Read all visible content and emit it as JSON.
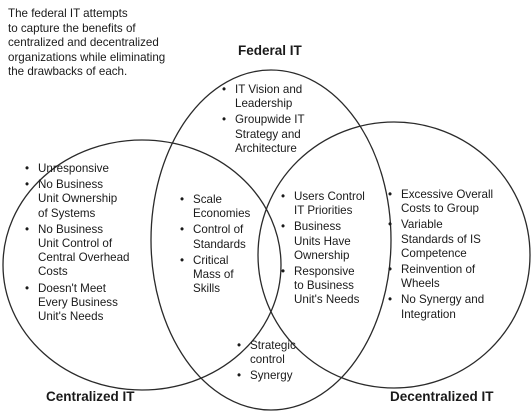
{
  "intro": {
    "lines": [
      "The federal IT attempts",
      "to capture the benefits of",
      "centralized and decentralized",
      "organizations while eliminating",
      "the drawbacks of each."
    ]
  },
  "circles": {
    "federal": {
      "title": "Federal IT"
    },
    "centralized": {
      "title": "Centralized IT"
    },
    "decentralized": {
      "title": "Decentralized IT"
    }
  },
  "regions": {
    "federal_only": [
      {
        "lines": [
          "IT Vision and",
          "Leadership"
        ]
      },
      {
        "lines": [
          "Groupwide IT",
          "Strategy and",
          "Architecture"
        ]
      }
    ],
    "centralized_only": [
      {
        "lines": [
          "Unresponsive"
        ]
      },
      {
        "lines": [
          "No Business",
          "Unit Ownership",
          "of Systems"
        ]
      },
      {
        "lines": [
          "No Business",
          "Unit Control of",
          "Central Overhead",
          "Costs"
        ]
      },
      {
        "lines": [
          "Doesn't Meet",
          "Every Business",
          "Unit's Needs"
        ]
      }
    ],
    "centralized_federal": [
      {
        "lines": [
          "Scale",
          "Economies"
        ]
      },
      {
        "lines": [
          "Control of",
          "Standards"
        ]
      },
      {
        "lines": [
          "Critical",
          "Mass of",
          "Skills"
        ]
      }
    ],
    "federal_decentralized": [
      {
        "lines": [
          "Users Control",
          "IT Priorities"
        ]
      },
      {
        "lines": [
          "Business",
          "Units Have",
          "Ownership"
        ]
      },
      {
        "lines": [
          "Responsive",
          "to Business",
          "Unit's Needs"
        ]
      }
    ],
    "decentralized_only": [
      {
        "lines": [
          "Excessive Overall",
          "Costs to Group"
        ]
      },
      {
        "lines": [
          "Variable",
          "Standards of IS",
          "Competence"
        ]
      },
      {
        "lines": [
          "Reinvention of",
          "Wheels"
        ]
      },
      {
        "lines": [
          "No Synergy and",
          "Integration"
        ]
      }
    ],
    "federal_bottom": [
      {
        "lines": [
          "Strategic",
          "control"
        ]
      },
      {
        "lines": [
          "Synergy"
        ]
      }
    ]
  }
}
